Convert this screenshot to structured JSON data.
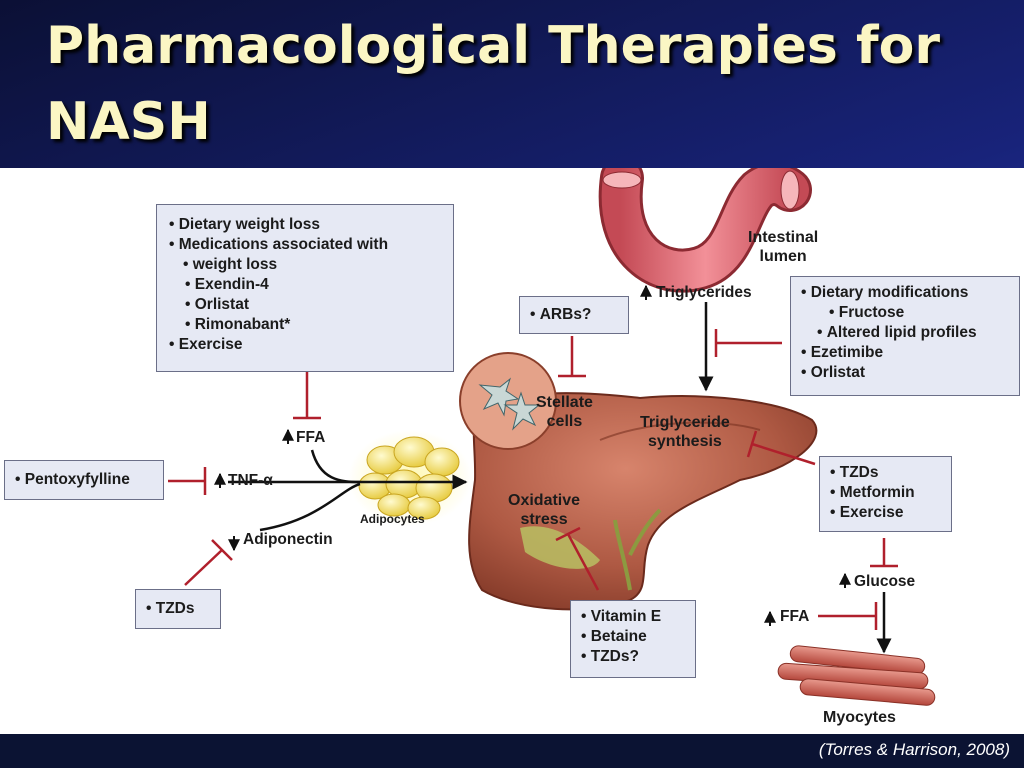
{
  "slide": {
    "title_line1": "Pharmacological Therapies for",
    "title_line2": "NASH",
    "citation": "(Torres & Harrison,  2008)"
  },
  "diagram": {
    "weight_box": {
      "items": [
        "Dietary weight loss",
        "Medications associated with",
        "weight loss"
      ],
      "subitems": [
        "Exendin-4",
        "Orlistat",
        "Rimonabant*"
      ],
      "last_item": "Exercise"
    },
    "arbs_box": {
      "items": [
        "ARBs?"
      ]
    },
    "dietary_box": {
      "item1": "Dietary modifications",
      "sub1": "Fructose",
      "sub2": "Altered lipid profiles",
      "item2": "Ezetimibe",
      "item3": "Orlistat"
    },
    "pentox_box": {
      "items": [
        "Pentoxyfylline"
      ]
    },
    "tzds_left_box": {
      "items": [
        "TZDs"
      ]
    },
    "tzds_right_box": {
      "items": [
        "TZDs",
        "Metformin",
        "Exercise"
      ]
    },
    "vitamin_box": {
      "items": [
        "Vitamin E",
        "Betaine",
        "TZDs?"
      ]
    },
    "labels": {
      "intestinal1": "Intestinal",
      "intestinal2": "lumen",
      "triglycerides": "Triglycerides",
      "stellate1": "Stellate",
      "stellate2": "cells",
      "tg_synth1": "Triglyceride",
      "tg_synth2": "synthesis",
      "ox1": "Oxidative",
      "ox2": "stress",
      "ffa": "FFA",
      "tnf": "TNF-α",
      "adipocytes": "Adipocytes",
      "adiponectin": "Adiponectin",
      "glucose": "Glucose",
      "ffa2": "FFA",
      "myocytes": "Myocytes"
    },
    "colors": {
      "inhibit": "#b0202c",
      "arrow": "#111111",
      "liver": "#a4503c",
      "intestine": "#e2676e",
      "adipocyte": "#f3e05a",
      "box_fill": "#e6e9f4",
      "title": "#fbf6c4"
    }
  }
}
